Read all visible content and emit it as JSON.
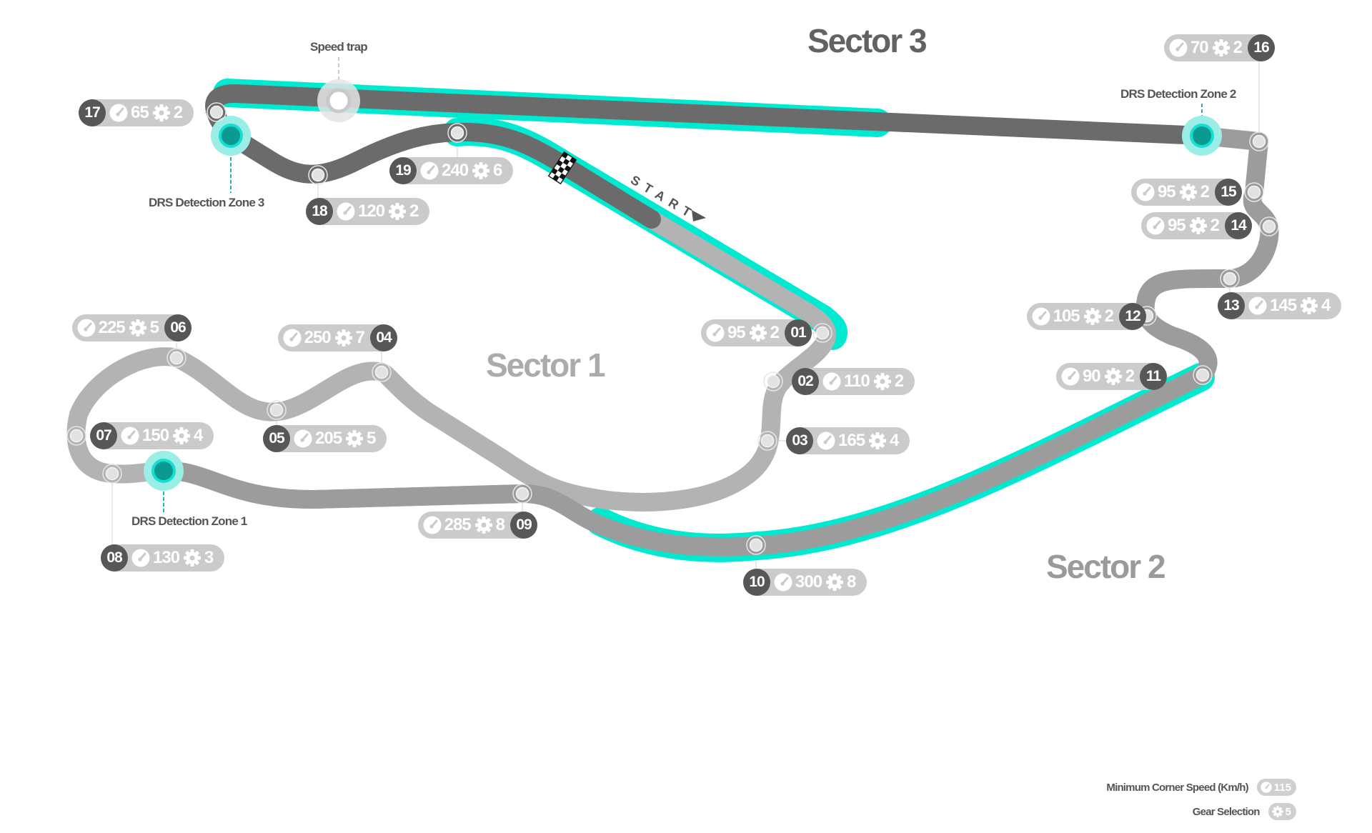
{
  "map": {
    "type": "circuit-map",
    "sectors": [
      {
        "label": "Sector 1",
        "color": "#b3b3b3"
      },
      {
        "label": "Sector 2",
        "color": "#9c9c9c"
      },
      {
        "label": "Sector 3",
        "color": "#6b6b6b"
      }
    ],
    "drs_color": "#00e5cc",
    "drs_detection_color": "#00a39a",
    "annotations": {
      "speed_trap": "Speed trap",
      "start": "START",
      "drs_zone_1": "DRS Detection Zone 1",
      "drs_zone_2": "DRS Detection Zone 2",
      "drs_zone_3": "DRS Detection Zone 3"
    },
    "corners": [
      {
        "number": "01",
        "speed": "95",
        "gear": "2"
      },
      {
        "number": "02",
        "speed": "110",
        "gear": "2"
      },
      {
        "number": "03",
        "speed": "165",
        "gear": "4"
      },
      {
        "number": "04",
        "speed": "250",
        "gear": "7"
      },
      {
        "number": "05",
        "speed": "205",
        "gear": "5"
      },
      {
        "number": "06",
        "speed": "225",
        "gear": "5"
      },
      {
        "number": "07",
        "speed": "150",
        "gear": "4"
      },
      {
        "number": "08",
        "speed": "130",
        "gear": "3"
      },
      {
        "number": "09",
        "speed": "285",
        "gear": "8"
      },
      {
        "number": "10",
        "speed": "300",
        "gear": "8"
      },
      {
        "number": "11",
        "speed": "90",
        "gear": "2"
      },
      {
        "number": "12",
        "speed": "105",
        "gear": "2"
      },
      {
        "number": "13",
        "speed": "145",
        "gear": "4"
      },
      {
        "number": "14",
        "speed": "95",
        "gear": "2"
      },
      {
        "number": "15",
        "speed": "95",
        "gear": "2"
      },
      {
        "number": "16",
        "speed": "70",
        "gear": "2"
      },
      {
        "number": "17",
        "speed": "65",
        "gear": "2"
      },
      {
        "number": "18",
        "speed": "120",
        "gear": "2"
      },
      {
        "number": "19",
        "speed": "240",
        "gear": "6"
      }
    ],
    "legend": {
      "speed_label": "Minimum Corner Speed (Km/h)",
      "speed_example": "115",
      "gear_label": "Gear Selection",
      "gear_example": "5"
    }
  }
}
